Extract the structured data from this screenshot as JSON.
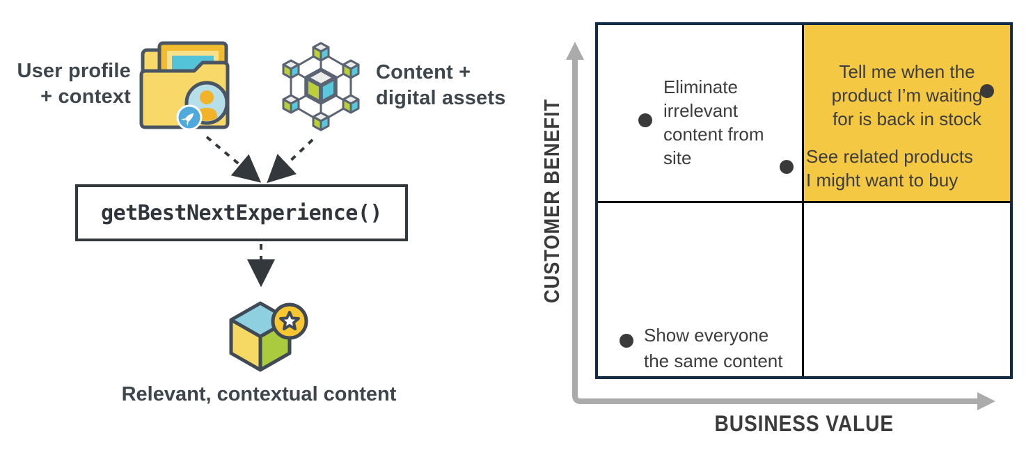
{
  "colors": {
    "highlight_yellow": "#F5C843",
    "chart_border_navy": "#112B49",
    "divider_black": "#0B0B0B",
    "axis_gray": "#ABABAB",
    "dot_gray": "#3A3A3A",
    "diagram_text": "#3E464D",
    "chart_text": "#3D3D3D",
    "diagram_stroke": "#33383D"
  },
  "flow_diagram": {
    "inputs": [
      {
        "text": "User profile + context",
        "lines": [
          "User profile",
          "+ context"
        ],
        "icon": "user-profile-folder-icon"
      },
      {
        "text": "Content + digital assets",
        "lines": [
          "Content +",
          "digital assets"
        ],
        "icon": "content-lattice-icon"
      }
    ],
    "function_box": {
      "label": "getBestNextExperience()"
    },
    "output": {
      "label": "Relevant, contextual content",
      "icon": "starred-cube-icon"
    }
  },
  "quadrant_chart": {
    "x_axis_label": "BUSINESS VALUE",
    "y_axis_label": "CUSTOMER BENEFIT",
    "quadrants": {
      "top_left": {
        "highlighted": false,
        "items": [
          {
            "text": "Eliminate irrelevant content from site",
            "lines": [
              "Eliminate",
              "irrelevant",
              "content from",
              "site"
            ]
          }
        ]
      },
      "top_right": {
        "highlighted": true,
        "items": [
          {
            "text": "Tell me when the product I’m waiting for is back in stock",
            "lines": [
              "Tell me when the",
              "product I’m waiting",
              "for is back in stock"
            ]
          },
          {
            "text": "See related products I might want to buy",
            "lines": [
              "See related products",
              "I might want to buy"
            ]
          }
        ]
      },
      "bottom_left": {
        "highlighted": false,
        "items": [
          {
            "text": "Show everyone the same content",
            "lines": [
              "Show everyone",
              "the same content"
            ]
          }
        ]
      },
      "bottom_right": {
        "highlighted": false,
        "items": []
      }
    }
  },
  "chart_data": {
    "type": "scatter",
    "title": "",
    "xlabel": "BUSINESS VALUE",
    "ylabel": "CUSTOMER BENEFIT",
    "x_range": [
      0,
      1
    ],
    "y_range": [
      0,
      1
    ],
    "grid": "2x2 quadrants",
    "legend": "none",
    "highlighted_quadrant": "top-right",
    "points": [
      {
        "label": "Eliminate irrelevant content from site",
        "x": 0.11,
        "y": 0.73,
        "quadrant": "top-left"
      },
      {
        "label": "See related products I might want to buy",
        "x": 0.46,
        "y": 0.6,
        "quadrant": "top-right"
      },
      {
        "label": "Tell me when the product I’m waiting for is back in stock",
        "x": 0.94,
        "y": 0.81,
        "quadrant": "top-right"
      },
      {
        "label": "Show everyone the same content",
        "x": 0.07,
        "y": 0.11,
        "quadrant": "bottom-left"
      }
    ]
  }
}
